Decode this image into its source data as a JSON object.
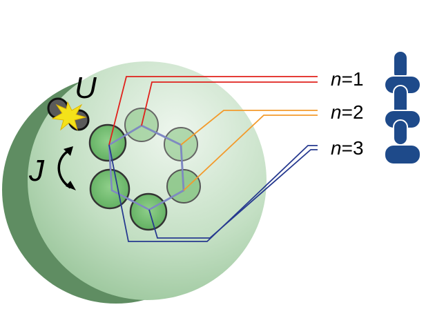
{
  "labels": {
    "interaction": "U",
    "hopping": "J"
  },
  "levels": [
    {
      "var": "n",
      "eq": "=",
      "value": "1",
      "color": "#e0201b"
    },
    {
      "var": "n",
      "eq": "=",
      "value": "2",
      "color": "#f39a2b"
    },
    {
      "var": "n",
      "eq": "=",
      "value": "3",
      "color": "#26398f"
    }
  ],
  "colors": {
    "disk_face": "#a9cfa9",
    "disk_edge": "#5a8a5e",
    "site_fill": "#6cb86a",
    "ring": "#7f88c4",
    "photon": "#1e4a8a",
    "particle": "#555555",
    "spark": "#f4e21a"
  },
  "icons": {
    "collision": "spark-icon",
    "hopping_arrow": "double-curved-arrow-icon",
    "photon_stack": "photon-stack-icon"
  }
}
